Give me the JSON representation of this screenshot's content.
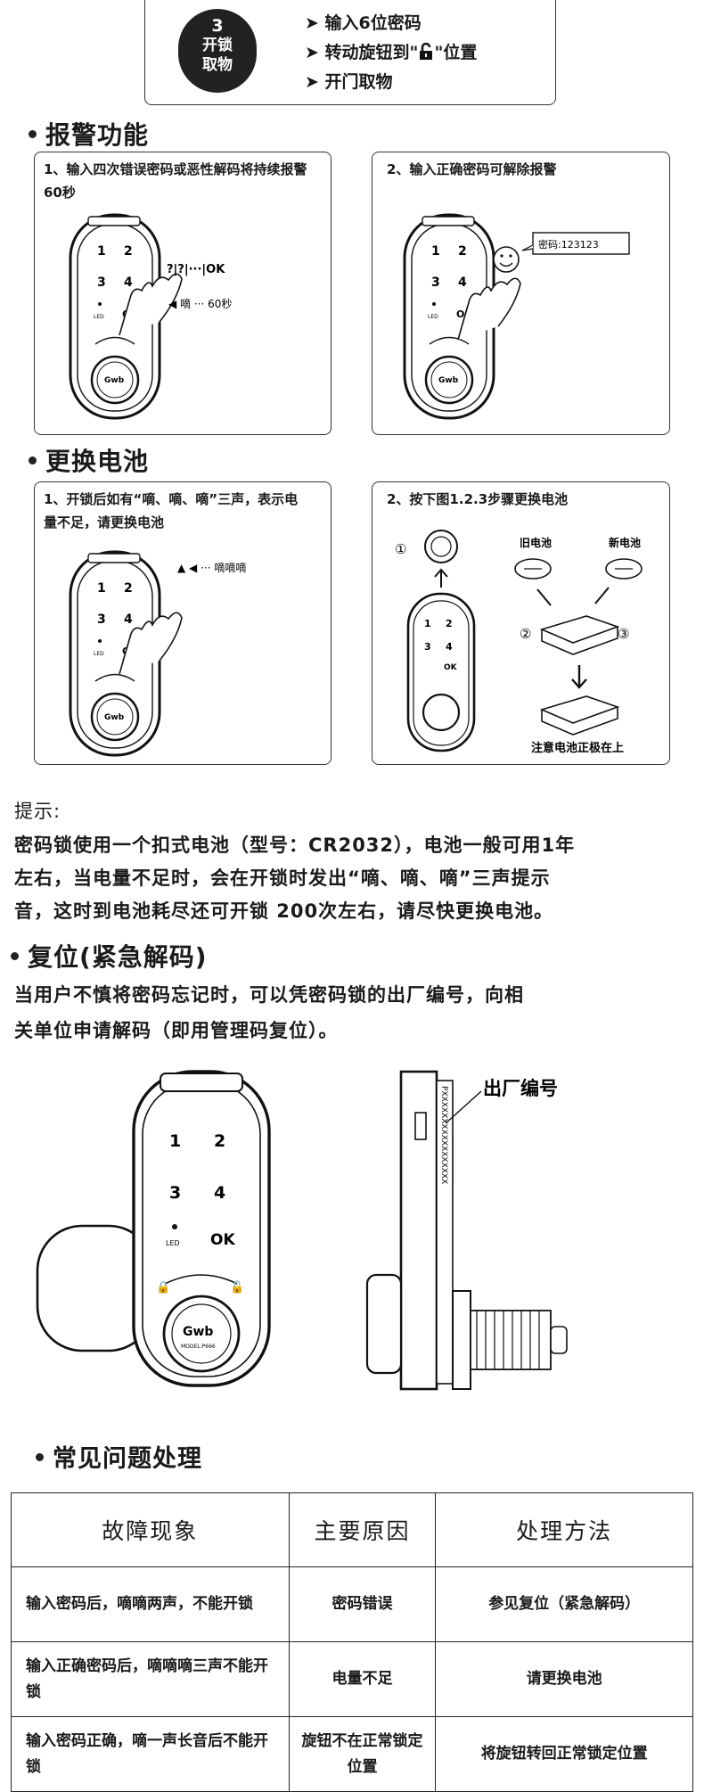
{
  "step3": {
    "number": "3",
    "title_line1": "开锁",
    "title_line2": "取物",
    "items": [
      "输入6位密码",
      "转动旋钮到\"\"位置",
      "开门取物"
    ]
  },
  "alarm": {
    "heading": "报警功能",
    "panel1_text": "1、输入四次错误密码或恶性解码将持续报警60秒",
    "panel1_code": "?|?|···|OK",
    "panel1_sound": "嘀 ··· 60秒",
    "panel2_text": "2、输入正确密码可解除报警",
    "panel2_bubble": "密码:123123"
  },
  "battery": {
    "heading": "更换电池",
    "panel1_text": "1、开锁后如有“嘀、嘀、嘀”三声，表示电量不足，请更换电池",
    "panel1_sound": "··· 嘀嘀嘀",
    "panel2_text": "2、按下图1.2.3步骤更换电池",
    "old_battery": "旧电池",
    "new_battery": "新电池",
    "step1": "①",
    "step2": "②",
    "step3": "③",
    "note": "注意电池正极在上"
  },
  "keypad": {
    "k1": "1",
    "k2": "2",
    "k3": "3",
    "k4": "4",
    "ok": "OK",
    "led": "LED",
    "brand": "Gwb",
    "model": "MODEL:P666"
  },
  "tips": {
    "label": "提示:",
    "line1": "密码锁使用一个扣式电池（型号：CR2032），电池一般可用1年",
    "line2": "左右，当电量不足时，会在开锁时发出“嘀、嘀、嘀”三声提示",
    "line3": "音，这时到电池耗尽还可开锁 200次左右，请尽快更换电池。"
  },
  "reset": {
    "heading": "复位(紧急解码)",
    "line1": "当用户不慎将密码忘记时，可以凭密码锁的出厂编号，向相",
    "line2": "关单位申请解码（即用管理码复位）。",
    "serial_label": "出厂编号",
    "serial_value": "PXXXXXXXXXXXXXXXXX"
  },
  "faq": {
    "heading": "常见问题处理",
    "headers": [
      "故障现象",
      "主要原因",
      "处理方法"
    ],
    "rows": [
      {
        "symptom": "输入密码后，嘀嘀两声，不能开锁",
        "cause": "密码错误",
        "solution": "参见复位（紧急解码）"
      },
      {
        "symptom": "输入正确密码后，嘀嘀嘀三声不能开锁",
        "cause": "电量不足",
        "solution": "请更换电池"
      },
      {
        "symptom": "输入密码正确，嘀一声长音后不能开锁",
        "cause": "旋钮不在正常锁定位置",
        "solution": "将旋钮转回正常锁定位置"
      }
    ]
  }
}
